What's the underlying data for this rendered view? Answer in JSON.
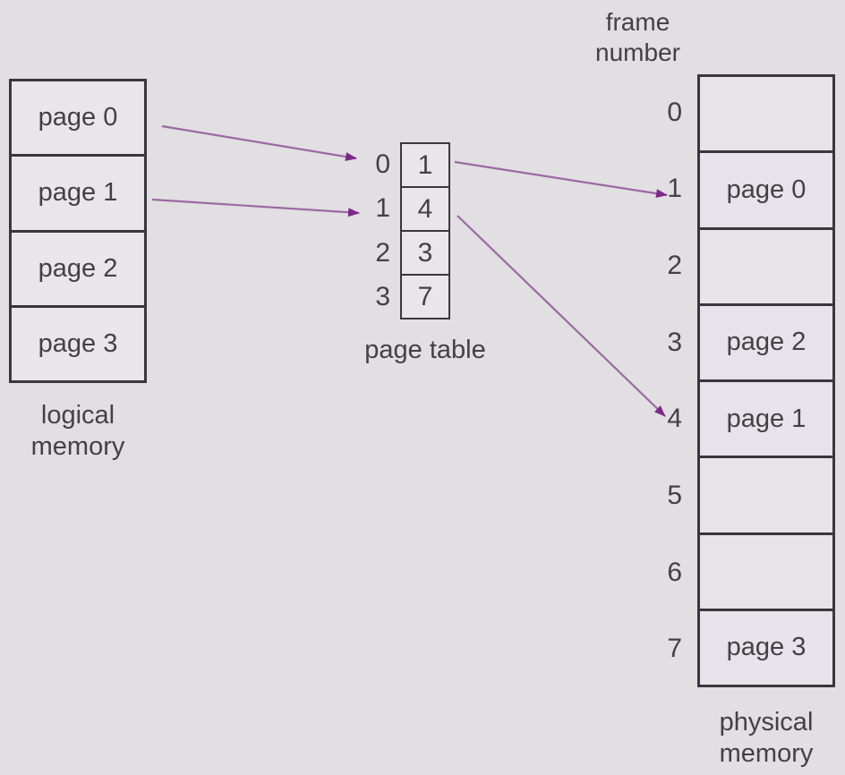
{
  "diagram": {
    "caption_frame_number": [
      "frame",
      "number"
    ],
    "logical": {
      "pages": [
        "page 0",
        "page 1",
        "page 2",
        "page 3"
      ],
      "caption": [
        "logical",
        "memory"
      ]
    },
    "page_table": {
      "caption": "page table",
      "rows": [
        {
          "index": "0",
          "value": "1"
        },
        {
          "index": "1",
          "value": "4"
        },
        {
          "index": "2",
          "value": "3"
        },
        {
          "index": "3",
          "value": "7"
        }
      ]
    },
    "physical": {
      "caption": [
        "physical",
        "memory"
      ],
      "frames": [
        {
          "number": "0",
          "content": ""
        },
        {
          "number": "1",
          "content": "page 0"
        },
        {
          "number": "2",
          "content": ""
        },
        {
          "number": "3",
          "content": "page 2"
        },
        {
          "number": "4",
          "content": "page 1"
        },
        {
          "number": "5",
          "content": ""
        },
        {
          "number": "6",
          "content": ""
        },
        {
          "number": "7",
          "content": "page 3"
        }
      ]
    },
    "arrows": [
      {
        "from": "logical page 0",
        "to": "page table index 0"
      },
      {
        "from": "logical page 1",
        "to": "page table index 1"
      },
      {
        "from": "page table value 1",
        "to": "physical frame 1"
      },
      {
        "from": "page table value 4",
        "to": "physical frame 4"
      }
    ],
    "colors": {
      "background": "#e1dfe1",
      "cell_fill": "#e9e6ea",
      "empty_frame_fill": "#e6e4e6",
      "occupied_frame_fill": "#e7e3ea",
      "border": "#39373c",
      "text": "#434146",
      "arrow_line": "#9d68a5",
      "arrow_head": "#7c2a87"
    }
  }
}
